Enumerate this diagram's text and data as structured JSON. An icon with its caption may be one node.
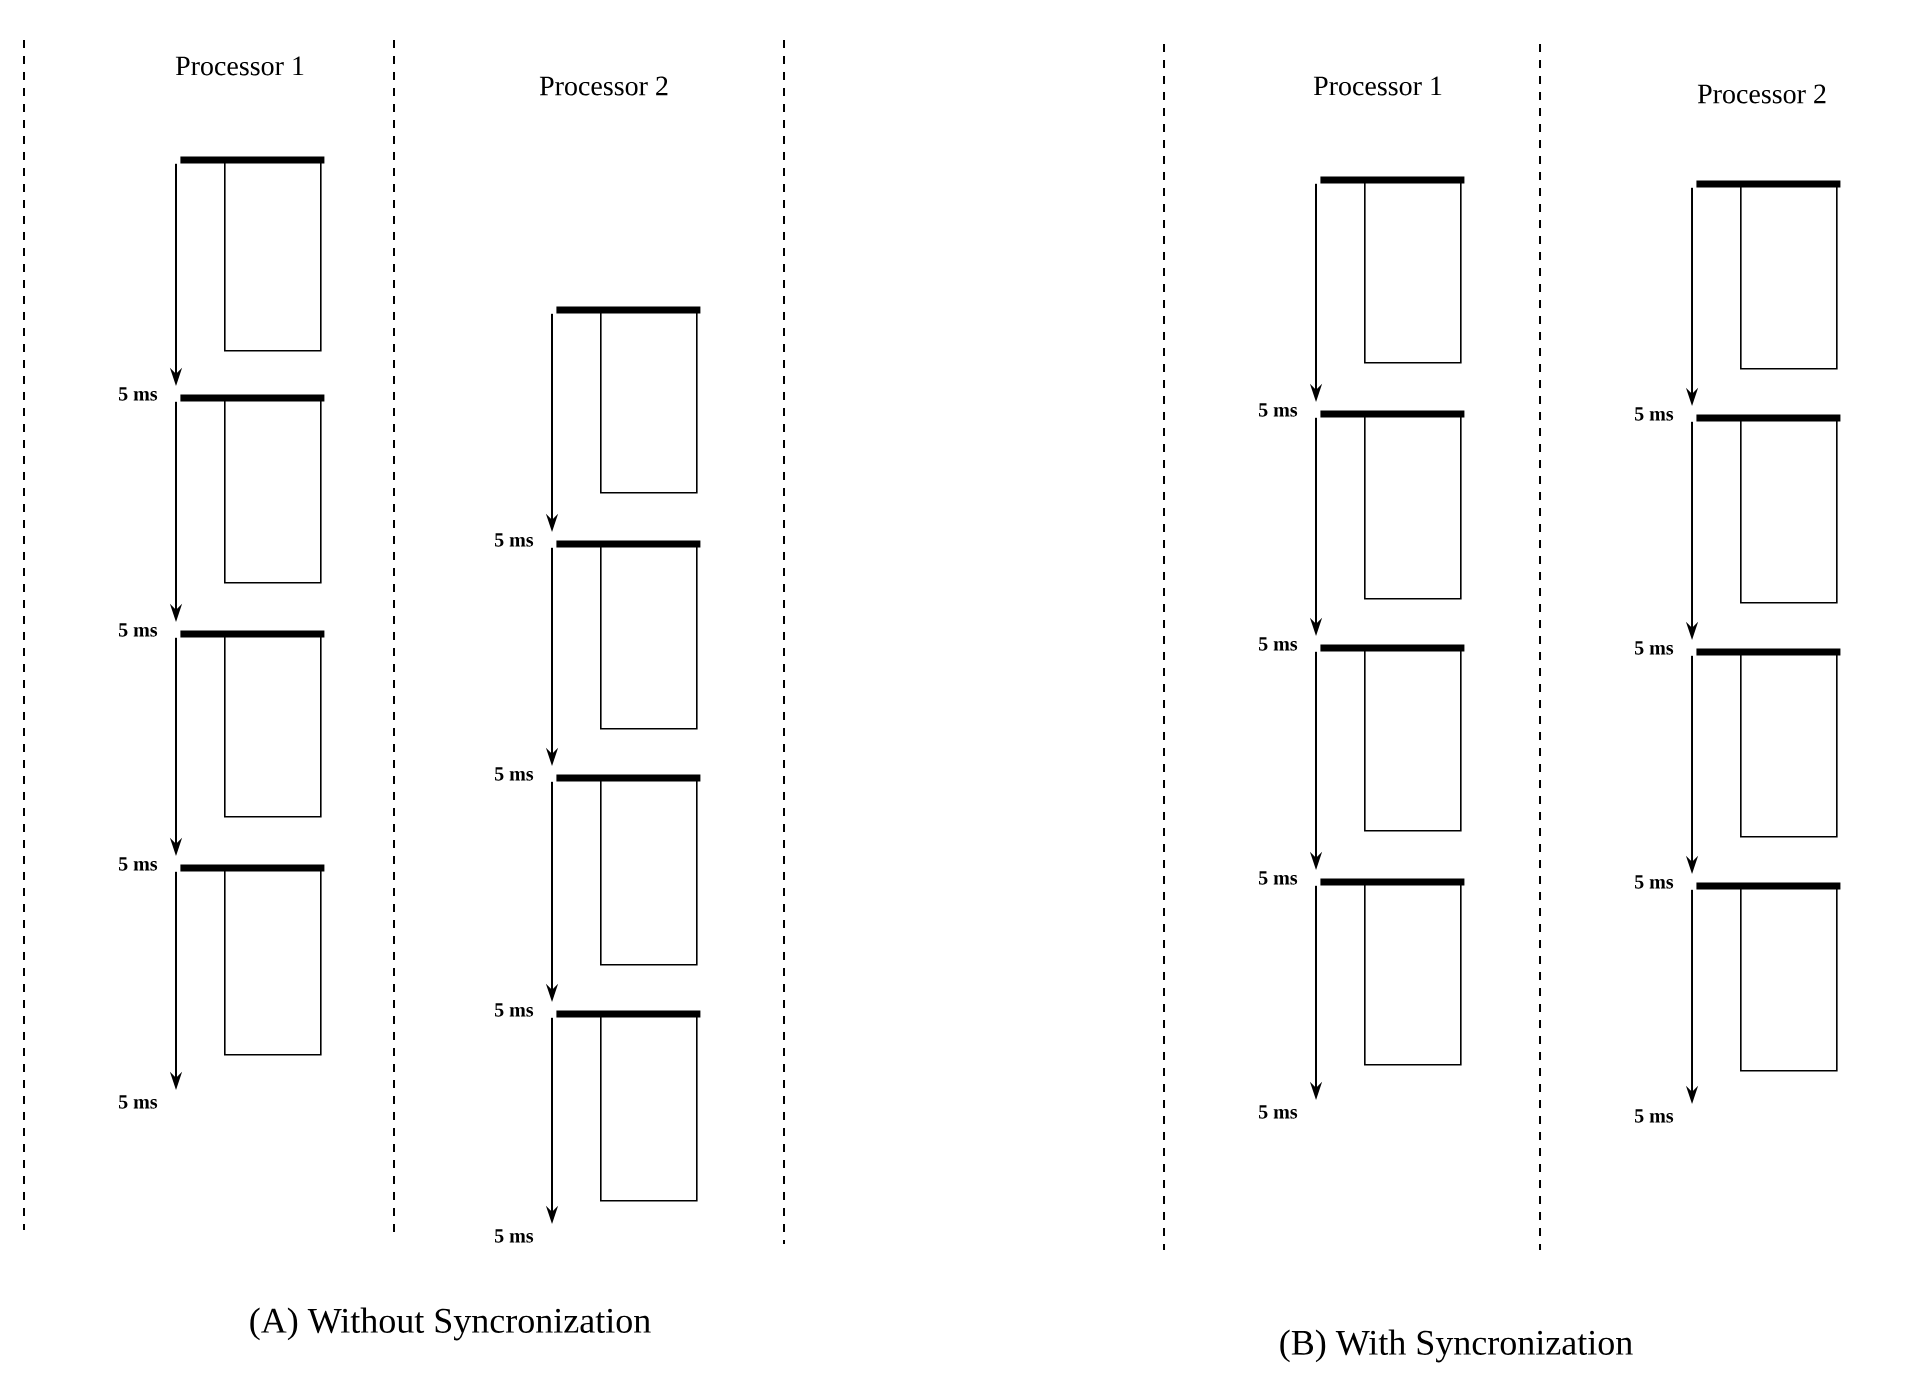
{
  "diagram": {
    "nodes": [
      {
        "text": [],
        "shape": "bar"
      },
      {
        "text": [],
        "shape": "box"
      },
      {
        "text": [],
        "shape": "bar"
      },
      {
        "text": [],
        "shape": "box"
      },
      {
        "text": [],
        "shape": "bar"
      },
      {
        "text": [],
        "shape": "box"
      },
      {
        "text": [],
        "shape": "bar"
      },
      {
        "text": [],
        "shape": "box"
      },
      {
        "text": [],
        "shape": "bar"
      },
      {
        "text": [],
        "shape": "box"
      },
      {
        "text": [],
        "shape": "bar"
      },
      {
        "text": [],
        "shape": "box"
      },
      {
        "text": [],
        "shape": "bar"
      },
      {
        "text": [],
        "shape": "box"
      },
      {
        "text": [],
        "shape": "bar"
      },
      {
        "text": [],
        "shape": "box"
      },
      {
        "text": [],
        "shape": "bar"
      },
      {
        "text": [],
        "shape": "box"
      },
      {
        "text": [],
        "shape": "bar"
      },
      {
        "text": [],
        "shape": "box"
      },
      {
        "text": [],
        "shape": "bar"
      },
      {
        "text": [],
        "shape": "box"
      },
      {
        "text": [],
        "shape": "bar"
      },
      {
        "text": [],
        "shape": "box"
      },
      {
        "text": [],
        "shape": "bar"
      },
      {
        "text": [],
        "shape": "box"
      },
      {
        "text": [],
        "shape": "bar"
      },
      {
        "text": [],
        "shape": "box"
      },
      {
        "text": [],
        "shape": "bar"
      },
      {
        "text": [],
        "shape": "box"
      },
      {
        "text": [],
        "shape": "bar"
      },
      {
        "text": [],
        "shape": "box"
      }
    ],
    "edges": [
      {
        "from": 0,
        "to": 2,
        "arrow": "to",
        "label": "5 ms"
      },
      {
        "from": 2,
        "to": 4,
        "arrow": "to",
        "label": "5 ms"
      },
      {
        "from": 4,
        "to": 6,
        "arrow": "to",
        "label": "5 ms"
      },
      {
        "from": 6,
        "to": null,
        "arrow": "to",
        "label": "5 ms"
      },
      {
        "from": 8,
        "to": 10,
        "arrow": "to",
        "label": "5 ms"
      },
      {
        "from": 10,
        "to": 12,
        "arrow": "to",
        "label": "5 ms"
      },
      {
        "from": 12,
        "to": 14,
        "arrow": "to",
        "label": "5 ms"
      },
      {
        "from": 14,
        "to": null,
        "arrow": "to",
        "label": "5 ms"
      },
      {
        "from": 16,
        "to": 18,
        "arrow": "to",
        "label": "5 ms"
      },
      {
        "from": 18,
        "to": 20,
        "arrow": "to",
        "label": "5 ms"
      },
      {
        "from": 20,
        "to": 22,
        "arrow": "to",
        "label": "5 ms"
      },
      {
        "from": 22,
        "to": null,
        "arrow": "to",
        "label": "5 ms"
      },
      {
        "from": 24,
        "to": 26,
        "arrow": "to",
        "label": "5 ms"
      },
      {
        "from": 26,
        "to": 28,
        "arrow": "to",
        "label": "5 ms"
      },
      {
        "from": 28,
        "to": 30,
        "arrow": "to",
        "label": "5 ms"
      },
      {
        "from": 30,
        "to": null,
        "arrow": "to",
        "label": "5 ms"
      }
    ],
    "labels": [
      "Processor 1",
      "Processor 2",
      "Processor 1",
      "Processor 2",
      "(A) Without Syncronization",
      "(B) With Syncronization"
    ]
  }
}
